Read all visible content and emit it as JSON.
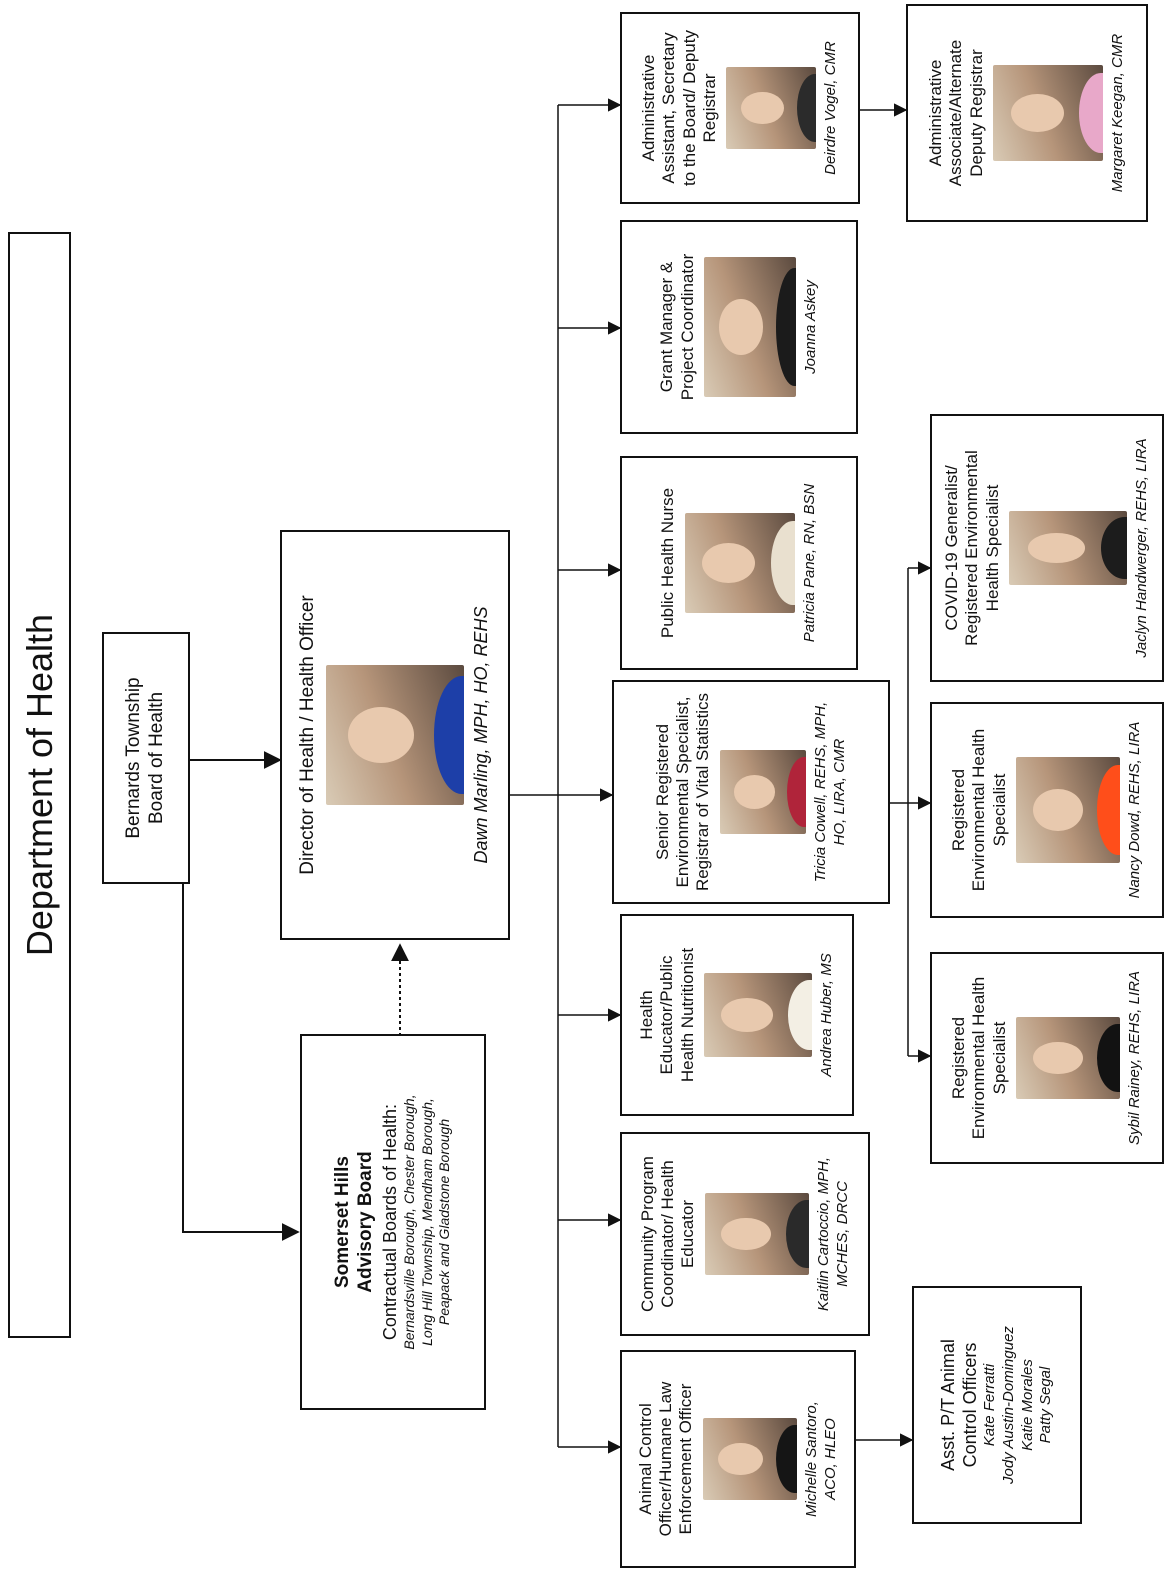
{
  "title": "Department of Health",
  "board": {
    "title": "Bernards Township Board of Health"
  },
  "advisory": {
    "title_line1": "Somerset Hills",
    "title_line2": "Advisory Board",
    "subtitle": "Contractual Boards of Health:",
    "members_line1": "Bernardsville Borough, Chester Borough,",
    "members_line2": "Long Hill Township, Mendham Borough,",
    "members_line3": "Peapack and Gladstone Borough"
  },
  "director": {
    "title": "Director of Health / Health Officer",
    "name": "Dawn Marling, MPH, HO, REHS"
  },
  "staff": {
    "animal_control": {
      "title": "Animal Control Officer/Humane Law Enforcement Officer",
      "name": "Michelle Santoro, ACO, HLEO"
    },
    "community": {
      "title": "Community Program Coordinator/ Health Educator",
      "name": "Kaitlin Cartoccio, MPH, MCHES, DRCC"
    },
    "health_educator": {
      "title": "Health Educator/Public Health Nutritionist",
      "name": "Andrea Huber, MS"
    },
    "senior_rehs": {
      "title": "Senior Registered Environmental Specialist, Registrar of Vital Statistics",
      "name": "Tricia Cowell, REHS, MPH, HO, LIRA, CMR"
    },
    "nurse": {
      "title": "Public Health Nurse",
      "name": "Patricia Pane, RN, BSN"
    },
    "grant": {
      "title": "Grant Manager & Project Coordinator",
      "name": "Joanna Askey"
    },
    "admin": {
      "title": "Administrative Assistant, Secretary to the Board/ Deputy Registrar",
      "name": "Deirdre Vogel, CMR"
    },
    "admin_associate": {
      "title": "Administrative Associate/Alternate Deputy Registrar",
      "name": "Margaret Keegan, CMR"
    },
    "rehs_rainey": {
      "title": "Registered Environmental Health Specialist",
      "name": "Sybil Rainey, REHS, LIRA"
    },
    "rehs_dowd": {
      "title": "Registered Environmental Health Specialist",
      "name": "Nancy Dowd, REHS, LIRA"
    },
    "covid": {
      "title": "COVID-19 Generalist/ Registered Environmental Health Specialist",
      "name": "Jaclyn Handwerger, REHS, LIRA"
    }
  },
  "asst_aco": {
    "title": "Asst. P/T Animal Control Officers",
    "names": [
      "Kate Ferratti",
      "Jody Austin-Dominguez",
      "Katie Morales",
      "Patty Segal"
    ]
  }
}
